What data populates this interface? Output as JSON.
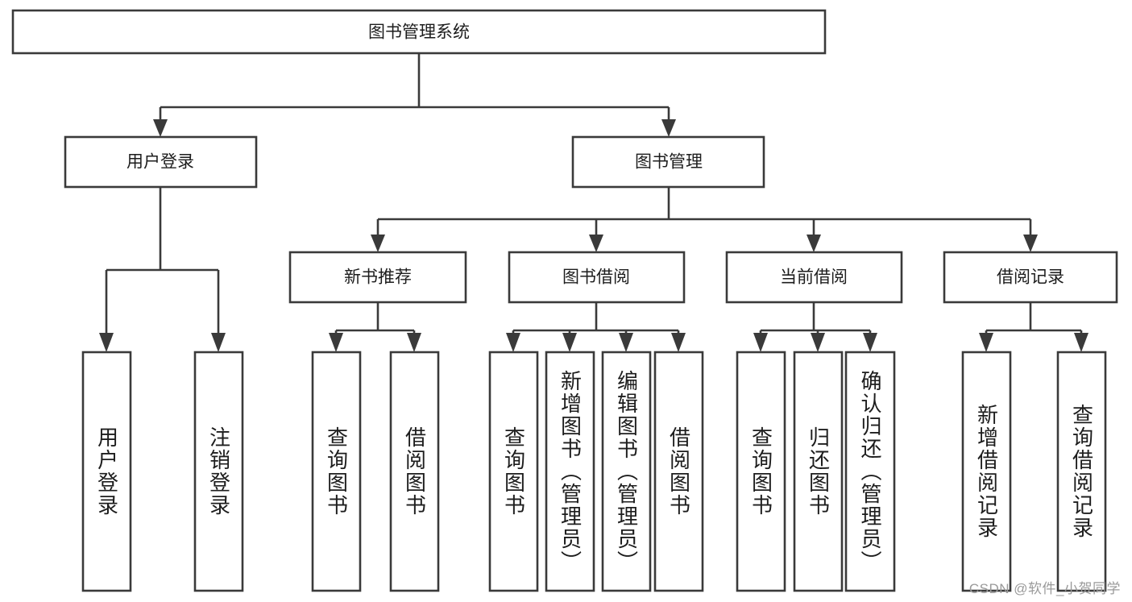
{
  "diagram": {
    "type": "tree",
    "title": "图书管理系统",
    "orientation": "top-down",
    "colors": {
      "box_stroke": "#3a3a3a",
      "box_fill": "#ffffff",
      "text": "#1d1d1d",
      "background": "#ffffff",
      "watermark": "#9a9a9a"
    },
    "root": {
      "label": "图书管理系统"
    },
    "level2": [
      {
        "label": "用户登录"
      },
      {
        "label": "图书管理"
      }
    ],
    "level3": [
      {
        "label": "新书推荐"
      },
      {
        "label": "图书借阅"
      },
      {
        "label": "当前借阅"
      },
      {
        "label": "借阅记录"
      }
    ],
    "leaves": {
      "user_login": [
        {
          "label": "用户登录"
        },
        {
          "label": "注销登录"
        }
      ],
      "new_book_recommend": [
        {
          "label": "查询图书"
        },
        {
          "label": "借阅图书"
        }
      ],
      "book_borrow": [
        {
          "label": "查询图书"
        },
        {
          "label": "新增图书（管理员）"
        },
        {
          "label": "编辑图书（管理员）"
        },
        {
          "label": "借阅图书"
        }
      ],
      "current_borrow": [
        {
          "label": "查询图书"
        },
        {
          "label": "归还图书"
        },
        {
          "label": "确认归还（管理员）"
        }
      ],
      "borrow_record": [
        {
          "label": "新增借阅记录"
        },
        {
          "label": "查询借阅记录"
        }
      ]
    }
  },
  "watermark": {
    "text": "CSDN @软件_小贺同学"
  }
}
